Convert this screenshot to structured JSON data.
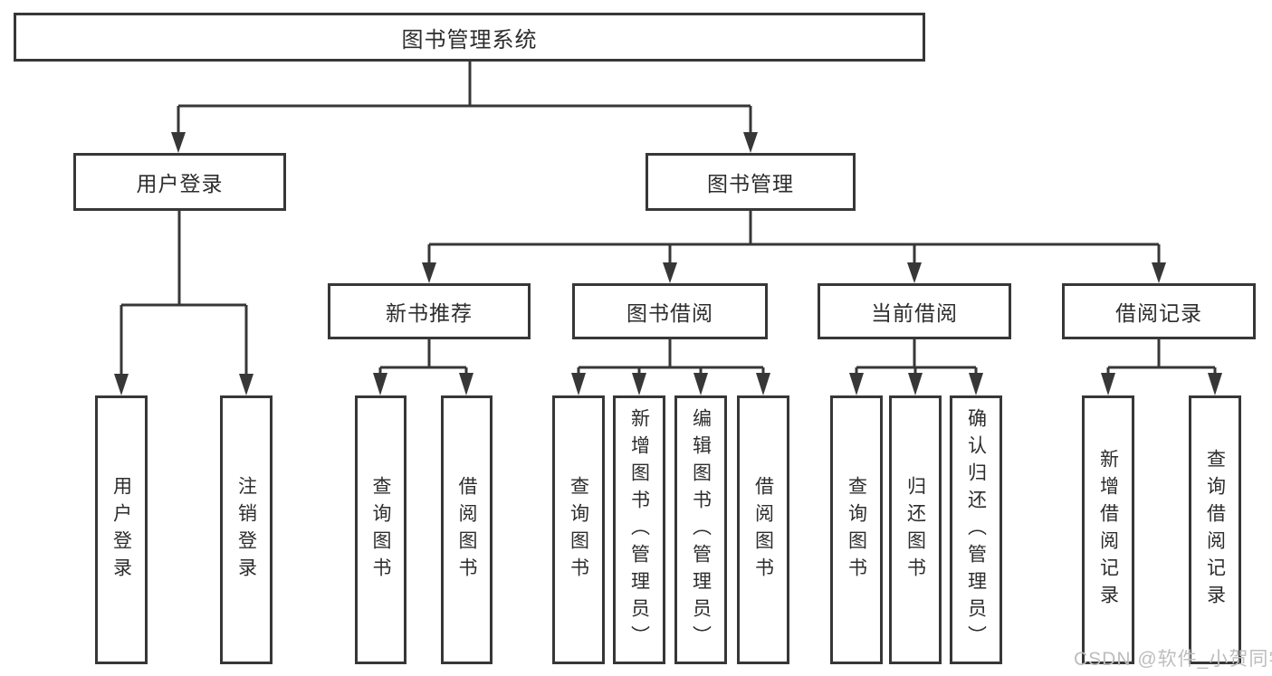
{
  "diagram": {
    "root": "图书管理系统",
    "level1": {
      "user_login": "用户登录",
      "book_mgmt": "图书管理"
    },
    "level2": {
      "new_books": "新书推荐",
      "book_borrow": "图书借阅",
      "current_borrow": "当前借阅",
      "borrow_records": "借阅记录"
    },
    "leaves": {
      "user_login_login": "用户登录",
      "user_login_logout": "注销登录",
      "new_books_query": "查询图书",
      "new_books_borrow": "借阅图书",
      "book_borrow_query": "查询图书",
      "book_borrow_add": "新增图书（管理员）",
      "book_borrow_edit": "编辑图书（管理员）",
      "book_borrow_borrow": "借阅图书",
      "current_borrow_query": "查询图书",
      "current_borrow_return": "归还图书",
      "current_borrow_confirm": "确认归还（管理员）",
      "borrow_records_add": "新增借阅记录",
      "borrow_records_query": "查询借阅记录"
    },
    "colors": {
      "line": "#373737",
      "text": "#2d2d2d",
      "background": "#ffffff",
      "watermark": "#bdbdbd"
    }
  },
  "watermark": "CSDN @软件_小贺同学"
}
